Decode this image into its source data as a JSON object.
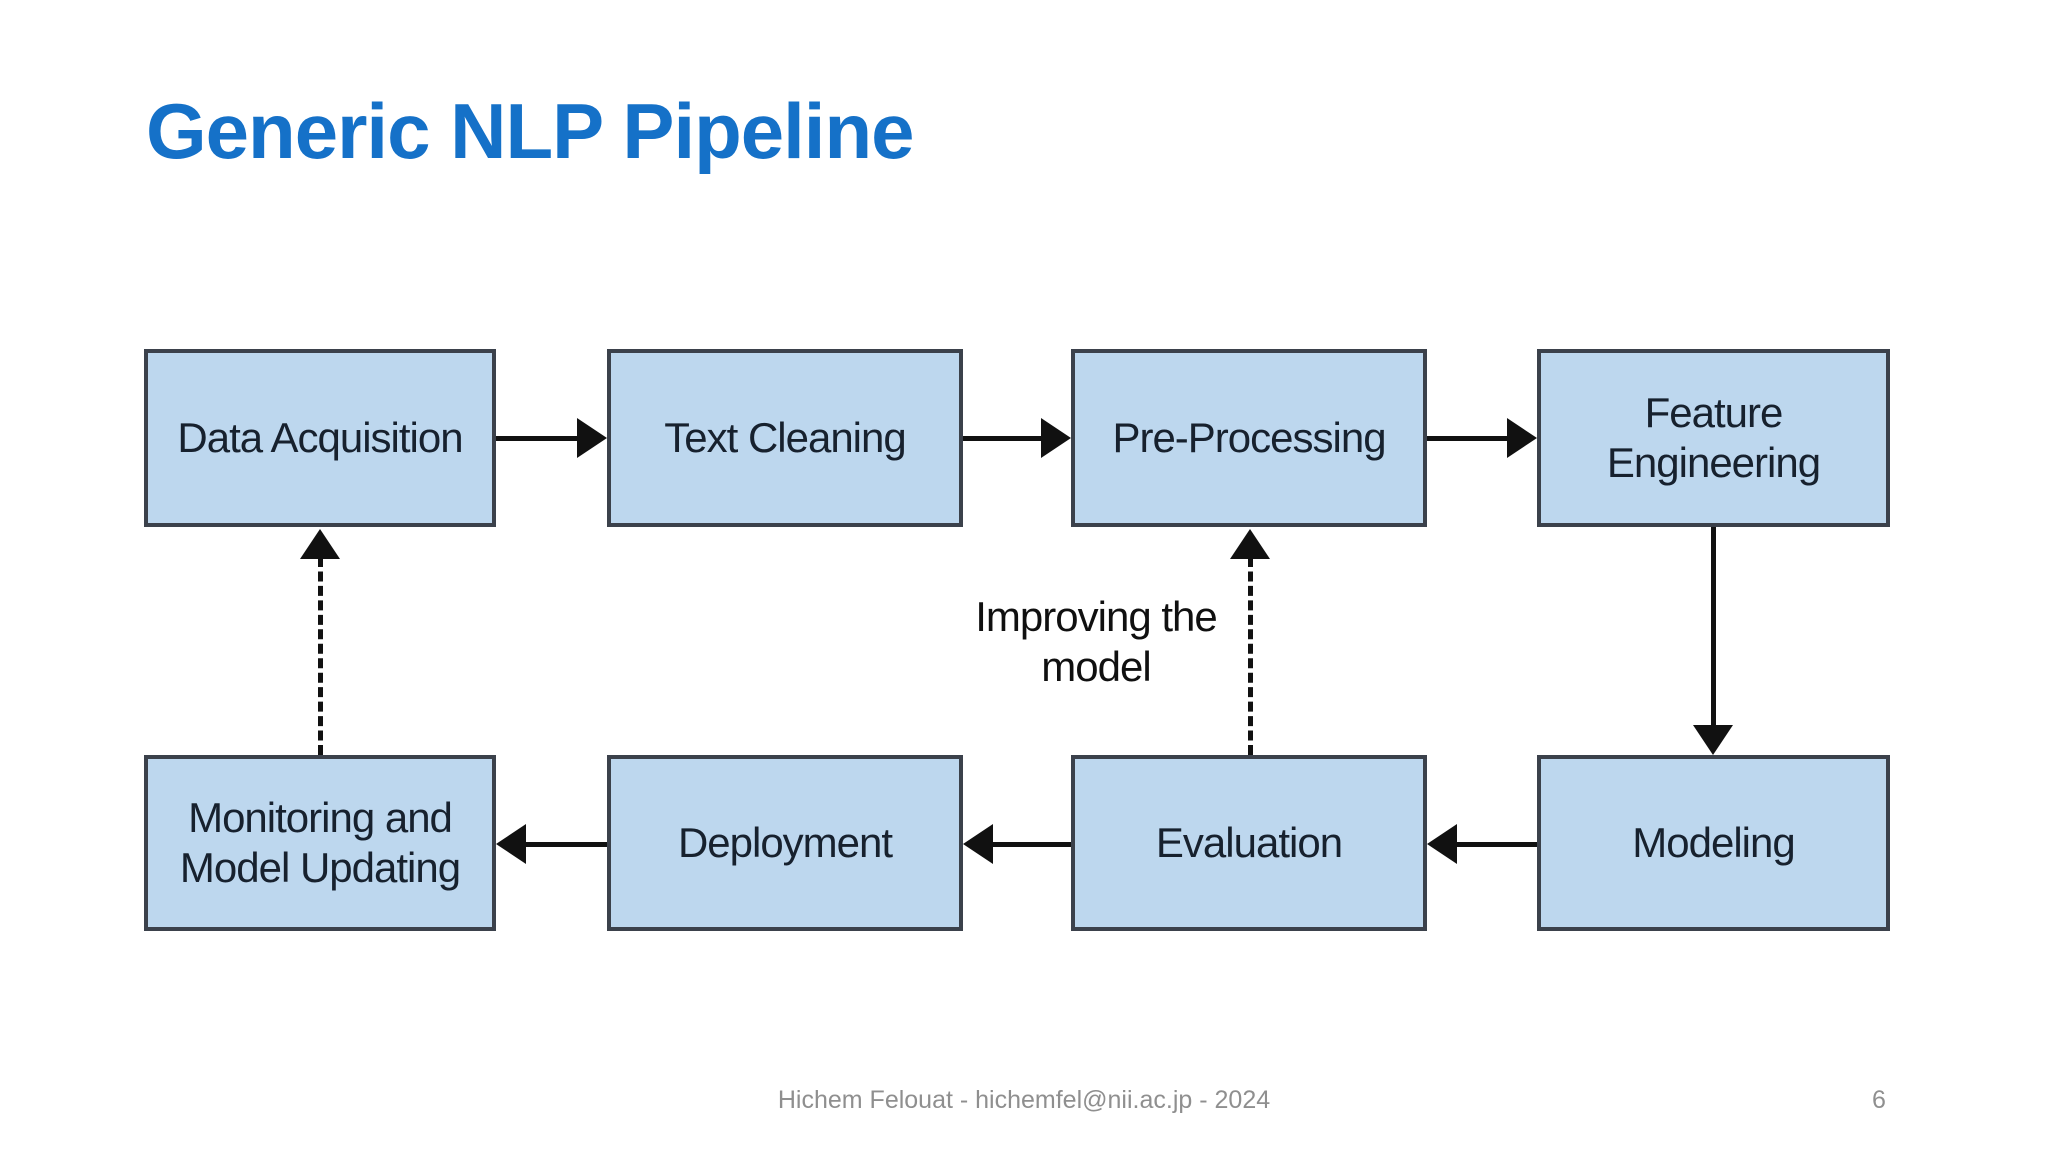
{
  "slide": {
    "title": "Generic NLP Pipeline",
    "footer": "Hichem Felouat - hichemfel@nii.ac.jp - 2024",
    "page_number": "6"
  },
  "colors": {
    "slide_bg": "#ffffff",
    "title_color": "#1571c8",
    "box_fill": "#bdd7ee",
    "box_border": "#3b414b",
    "box_text": "#17212e",
    "arrow_color": "#111111",
    "annotation_color": "#101010",
    "footer_color": "#8f8f8f"
  },
  "diagram": {
    "nodes": [
      {
        "id": "data-acquisition",
        "label": "Data Acquisition"
      },
      {
        "id": "text-cleaning",
        "label": "Text Cleaning"
      },
      {
        "id": "pre-processing",
        "label": "Pre-Processing"
      },
      {
        "id": "feature-engineering",
        "label": "Feature Engineering"
      },
      {
        "id": "monitoring-model-updating",
        "label": "Monitoring and Model Updating"
      },
      {
        "id": "deployment",
        "label": "Deployment"
      },
      {
        "id": "evaluation",
        "label": "Evaluation"
      },
      {
        "id": "modeling",
        "label": "Modeling"
      }
    ],
    "edges": [
      {
        "from": "data-acquisition",
        "to": "text-cleaning",
        "style": "solid",
        "direction": "right"
      },
      {
        "from": "text-cleaning",
        "to": "pre-processing",
        "style": "solid",
        "direction": "right"
      },
      {
        "from": "pre-processing",
        "to": "feature-engineering",
        "style": "solid",
        "direction": "right"
      },
      {
        "from": "feature-engineering",
        "to": "modeling",
        "style": "solid",
        "direction": "down"
      },
      {
        "from": "modeling",
        "to": "evaluation",
        "style": "solid",
        "direction": "left"
      },
      {
        "from": "evaluation",
        "to": "deployment",
        "style": "solid",
        "direction": "left"
      },
      {
        "from": "deployment",
        "to": "monitoring-model-updating",
        "style": "solid",
        "direction": "left"
      },
      {
        "from": "evaluation",
        "to": "pre-processing",
        "style": "dashed",
        "direction": "up"
      },
      {
        "from": "monitoring-model-updating",
        "to": "data-acquisition",
        "style": "dashed",
        "direction": "up"
      }
    ],
    "annotation": "Improving the model"
  }
}
